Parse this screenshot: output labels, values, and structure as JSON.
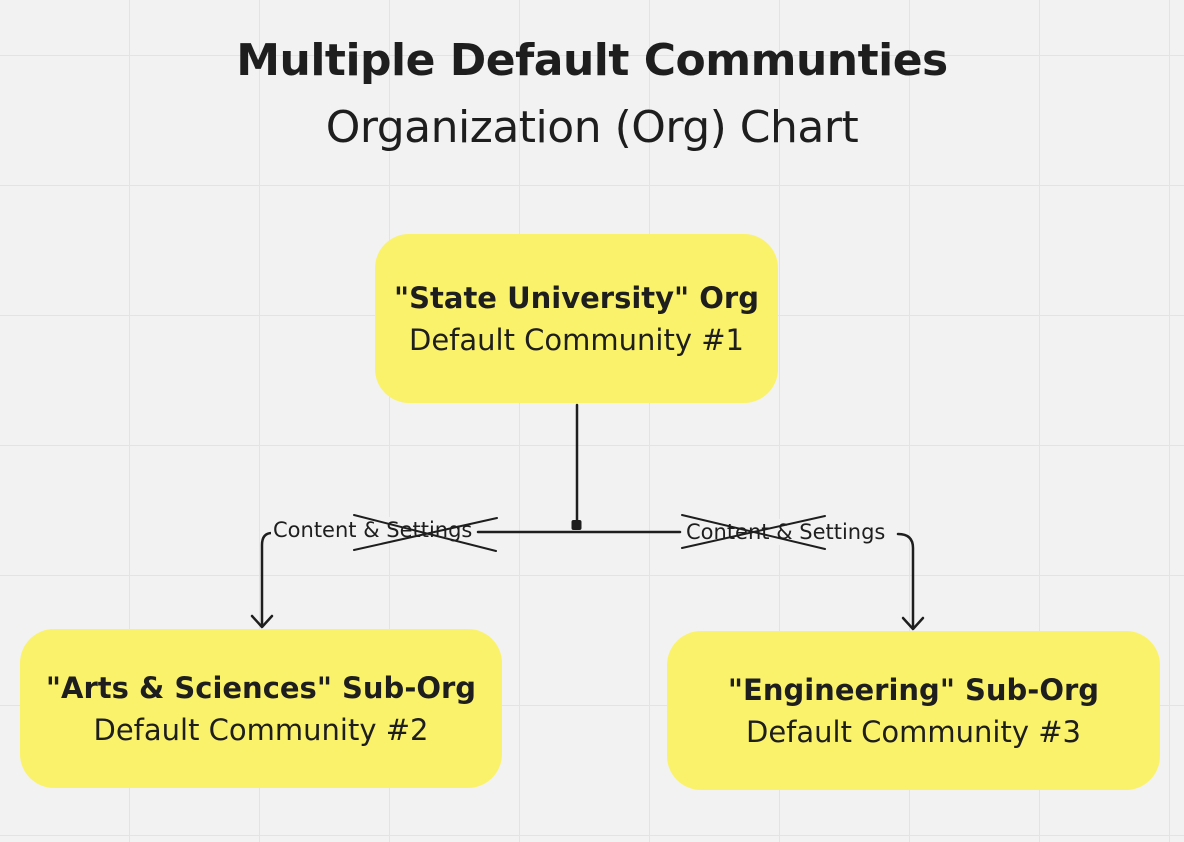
{
  "header": {
    "title": "Multiple Default Communties",
    "subtitle": "Organization (Org) Chart"
  },
  "nodes": {
    "root": {
      "title": "\"State University\" Org",
      "subtitle": "Default Community #1"
    },
    "left": {
      "title": "\"Arts & Sciences\" Sub-Org",
      "subtitle": "Default Community #2"
    },
    "right": {
      "title": "\"Engineering\" Sub-Org",
      "subtitle": "Default Community #3"
    }
  },
  "edges": {
    "left": {
      "label": "Content & Settings",
      "crossed_out": true
    },
    "right": {
      "label": "Content & Settings",
      "crossed_out": true
    }
  },
  "colors": {
    "node_fill": "#fbf26b",
    "line": "#1e1e1e",
    "background": "#f2f2f2"
  }
}
